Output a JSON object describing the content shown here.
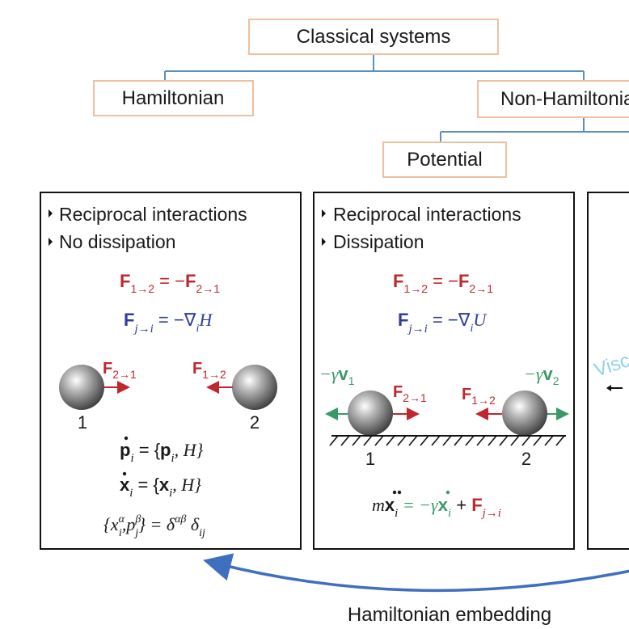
{
  "tree": {
    "root": "Classical systems",
    "hamiltonian": "Hamiltonian",
    "non_hamiltonian": "Non-Hamiltonian",
    "potential": "Potential"
  },
  "panel_left": {
    "bullets": [
      "Reciprocal interactions",
      "No dissipation"
    ],
    "eq_reciprocal": {
      "F": "F",
      "sub1": "1→2",
      "eq": " = −",
      "F2": "F",
      "sub2": "2→1"
    },
    "eq_force": {
      "F": "F",
      "sub": "j→i",
      "rhs": " = −∇",
      "rhs_sub": "i",
      "rhs_tail": "H"
    },
    "particle_labels": [
      "1",
      "2"
    ],
    "force_labels": {
      "left_F": "F",
      "left_sub": "2→1",
      "right_F": "F",
      "right_sub": "1→2"
    },
    "eq_p": {
      "lhs": "p",
      "sub": "i",
      "rhs_open": " = {",
      "p": "p",
      "p_sub": "i",
      "rhs_close": ", H}"
    },
    "eq_x": {
      "lhs": "x",
      "sub": "i",
      "rhs_open": " = {",
      "x": "x",
      "x_sub": "i",
      "rhs_close": ", H}"
    },
    "eq_bracket": {
      "open": "{x",
      "x_sup": "α",
      "x_sub": "i",
      "comma": ",p",
      "p_sup": "β",
      "p_sub": "j",
      "mid": "} = δ",
      "d_sup": "αβ",
      "d2": " δ",
      "d2_sub": "ij"
    }
  },
  "panel_middle": {
    "bullets": [
      "Reciprocal interactions",
      "Dissipation"
    ],
    "eq_reciprocal": {
      "F": "F",
      "sub1": "1→2",
      "eq": " = −",
      "F2": "F",
      "sub2": "2→1"
    },
    "eq_force": {
      "F": "F",
      "sub": "j→i",
      "rhs": " = −∇",
      "rhs_sub": "i",
      "rhs_tail": "U"
    },
    "particle_labels": [
      "1",
      "2"
    ],
    "damping_labels": {
      "left": "−γ",
      "left_v": "v",
      "left_sub": "1",
      "right": "−γ",
      "right_v": "v",
      "right_sub": "2"
    },
    "force_labels": {
      "left_F": "F",
      "left_sub": "2→1",
      "right_F": "F",
      "right_sub": "1→2"
    },
    "eq_motion": {
      "m": "m",
      "x": "x",
      "x_sub": "i",
      "eq": " = −γ",
      "x2": "x",
      "x2_sub": "i",
      "plus": " + ",
      "F": "F",
      "F_sub": "j→i"
    }
  },
  "panel_right": {
    "partial_label": "Visc"
  },
  "embedding_label": "Hamiltonian embedding",
  "colors": {
    "red": "#c0272d",
    "blue": "#2e3c9a",
    "green": "#3a9a66",
    "box_border": "#f0bfa0",
    "tree_line": "#5b8fbf",
    "arc": "#3f6fbf",
    "visc": "#8fd3ea"
  }
}
